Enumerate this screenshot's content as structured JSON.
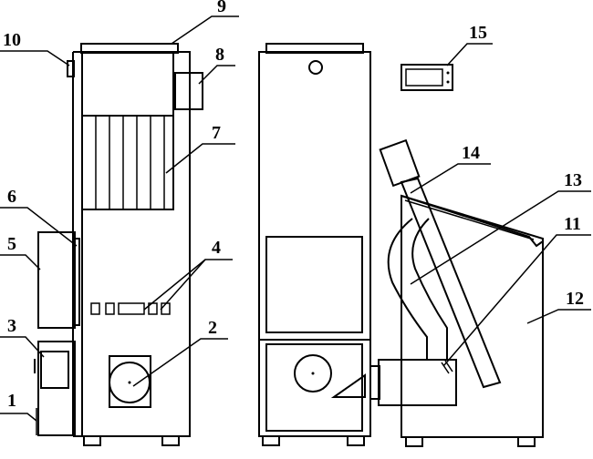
{
  "figure": {
    "labels": [
      {
        "id": "label-1",
        "text": "1"
      },
      {
        "id": "label-2",
        "text": "2"
      },
      {
        "id": "label-3",
        "text": "3"
      },
      {
        "id": "label-4",
        "text": "4"
      },
      {
        "id": "label-5",
        "text": "5"
      },
      {
        "id": "label-6",
        "text": "6"
      },
      {
        "id": "label-7",
        "text": "7"
      },
      {
        "id": "label-8",
        "text": "8"
      },
      {
        "id": "label-9",
        "text": "9"
      },
      {
        "id": "label-10",
        "text": "10"
      },
      {
        "id": "label-11",
        "text": "11"
      },
      {
        "id": "label-12",
        "text": "12"
      },
      {
        "id": "label-13",
        "text": "13"
      },
      {
        "id": "label-14",
        "text": "14"
      },
      {
        "id": "label-15",
        "text": "15"
      }
    ]
  }
}
